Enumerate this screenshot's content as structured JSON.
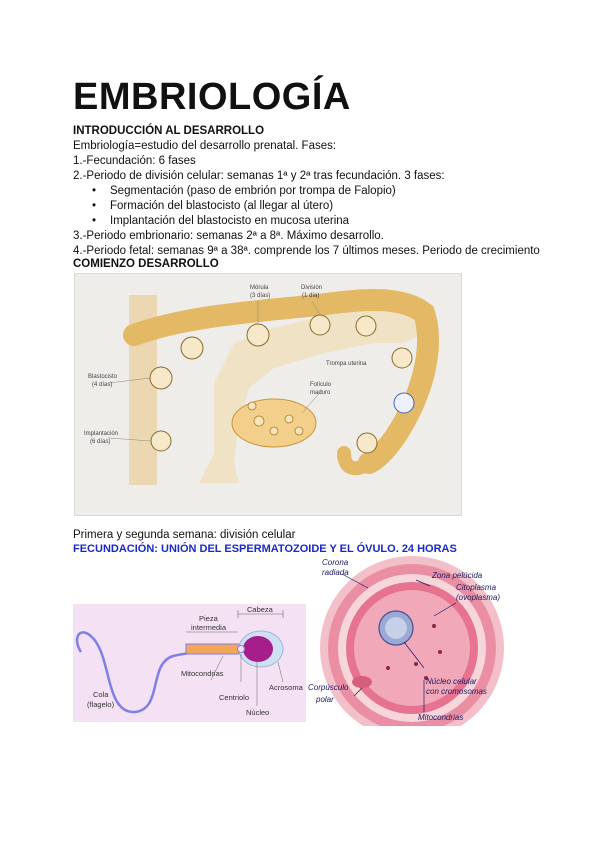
{
  "doc": {
    "title": "EMBRIOLOGÍA",
    "intro_heading": "INTRODUCCIÓN AL DESARROLLO",
    "lines": [
      "Embriología=estudio del desarrollo prenatal. Fases:",
      "1.-Fecundación: 6 fases",
      "2.-Periodo de división celular: semanas 1ª y 2ª tras fecundación.  3 fases:"
    ],
    "bullets": [
      "Segmentación (paso de embrión por trompa de  Falopio)",
      "Formación del blastocisto (al llegar al útero)",
      "Implantación del blastocisto en mucosa uterina"
    ],
    "lines2": [
      "3.-Periodo embrionario: semanas 2ª a 8ª. Máximo desarrollo.",
      "4.-Periodo fetal: semanas 9ª a 38ª. comprende los 7 últimos meses. Periodo de crecimiento"
    ],
    "comienzo_heading": "COMIENZO DESARROLLO",
    "caption": "Primera y segunda  semana: división celular",
    "fecundacion_heading": "FECUNDACIÓN: UNIÓN DEL ESPERMATOZOIDE Y EL ÓVULO.  24 HORAS"
  },
  "figure1": {
    "labels": {
      "morula": "Mórula",
      "morula_sub": "(3 días)",
      "division": "División",
      "division_sub": "(1 día)",
      "trompa": "Trompa uterina",
      "blastocisto": "Blastocisto",
      "blastocisto_sub": "(4 días)",
      "foliculo": "Folículo",
      "foliculo_sub": "maduro",
      "implantacion": "Implantación",
      "implantacion_sub": "(6 días)"
    }
  },
  "figure2": {
    "labels": {
      "pieza": "Pieza",
      "intermedia": "intermedia",
      "cabeza": "Cabeza",
      "mitocondrias": "Mitocondrias",
      "cola": "Cola",
      "flagelo": "(flagelo)",
      "centriolo": "Centriolo",
      "acrosoma": "Acrosoma",
      "nucleo": "Núcleo"
    }
  },
  "figure3": {
    "labels": {
      "corona": "Corona",
      "radiada": "radiada",
      "zona": "Zona pelúcida",
      "citoplasma": "Citoplasma",
      "ovoplasma": "(ovoplasma)",
      "nucleo_celular": "Núcleo celular",
      "cromosomas": "con cromosomas",
      "corpusculo": "Corpúsculo",
      "polar": "polar",
      "mitocondrias": "Mitocondrias"
    }
  },
  "colors": {
    "heading_blue": "#1a28c8",
    "tube": "#e4b966",
    "sperm_bg": "#f4e2f4",
    "ovum_pink": "#e6738f"
  }
}
